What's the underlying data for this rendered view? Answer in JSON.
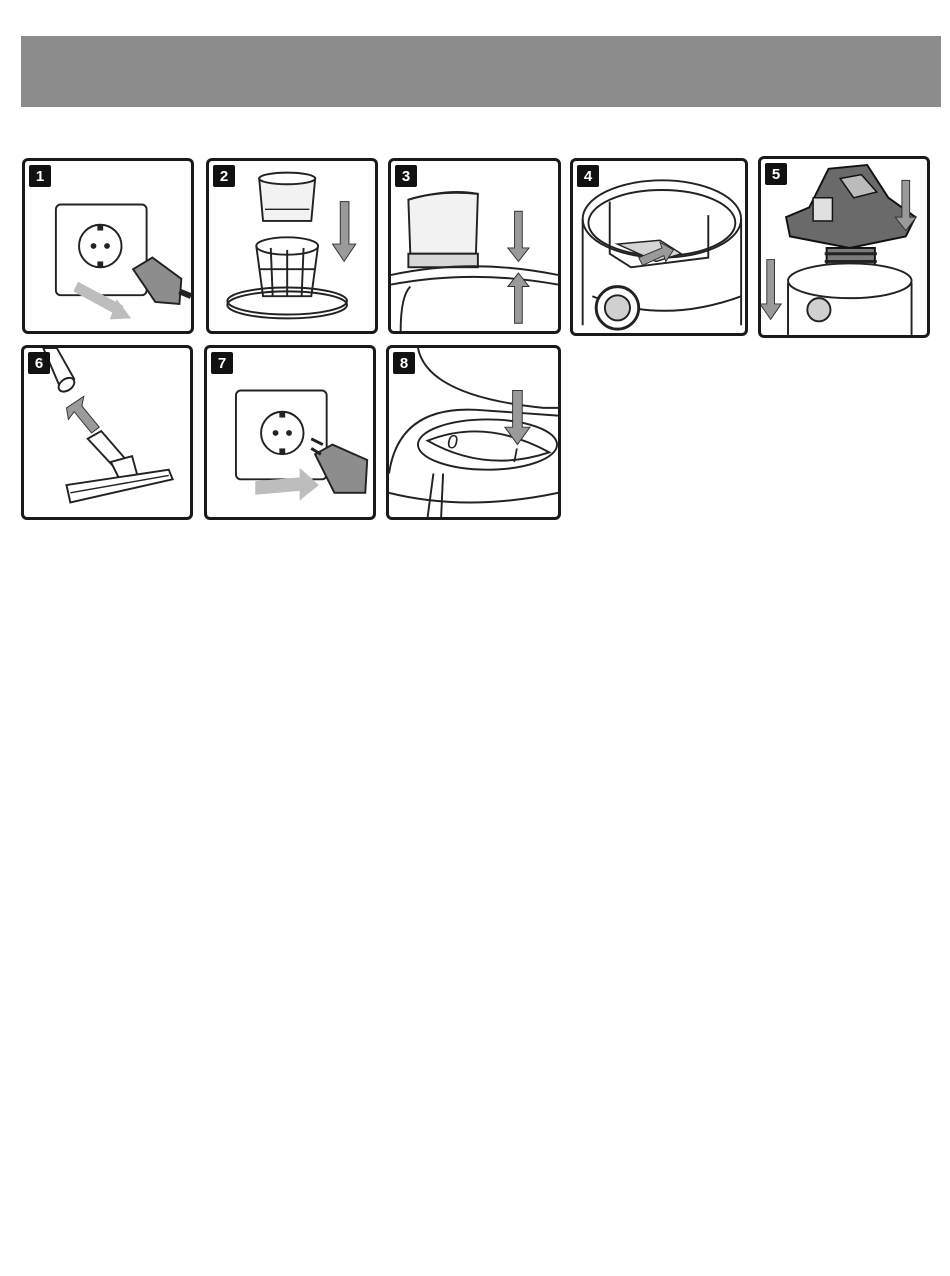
{
  "colors": {
    "header": "#8c8c8c",
    "border": "#1a1a1a",
    "badge": "#111111",
    "arrow": "#9a9a9a"
  },
  "steps": [
    {
      "number": "1",
      "icon": "unplug-icon"
    },
    {
      "number": "2",
      "icon": "filter-lower-icon"
    },
    {
      "number": "3",
      "icon": "filter-lock-icon"
    },
    {
      "number": "4",
      "icon": "tank-inlet-icon"
    },
    {
      "number": "5",
      "icon": "motor-head-icon"
    },
    {
      "number": "6",
      "icon": "attach-nozzle-icon"
    },
    {
      "number": "7",
      "icon": "plug-in-icon"
    },
    {
      "number": "8",
      "icon": "power-switch-icon"
    }
  ],
  "switch": {
    "off_label": "0",
    "on_label": "I"
  }
}
